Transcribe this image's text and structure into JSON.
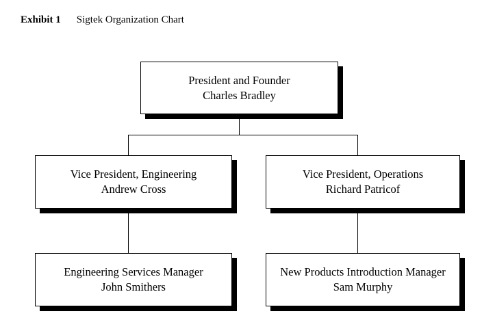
{
  "exhibit": {
    "label": "Exhibit 1",
    "title": "Sigtek Organization Chart"
  },
  "org_chart": {
    "type": "organization-chart",
    "nodes": [
      {
        "id": "president",
        "title": "President and Founder",
        "name": "Charles Bradley"
      },
      {
        "id": "vp-engineering",
        "title": "Vice President, Engineering",
        "name": "Andrew Cross"
      },
      {
        "id": "vp-operations",
        "title": "Vice President, Operations",
        "name": "Richard Patricof"
      },
      {
        "id": "engineering-services-manager",
        "title": "Engineering Services Manager",
        "name": "John Smithers"
      },
      {
        "id": "new-products-introduction-manager",
        "title": "New Products Introduction Manager",
        "name": "Sam Murphy"
      }
    ],
    "connections": [
      {
        "from": "president",
        "to": "vp-engineering"
      },
      {
        "from": "president",
        "to": "vp-operations"
      },
      {
        "from": "vp-engineering",
        "to": "engineering-services-manager"
      },
      {
        "from": "vp-operations",
        "to": "new-products-introduction-manager"
      }
    ],
    "colors": {
      "background": "#ffffff",
      "box_fill": "#ffffff",
      "box_border": "#000000",
      "box_shadow": "#000000",
      "connector": "#000000",
      "text": "#000000"
    }
  }
}
